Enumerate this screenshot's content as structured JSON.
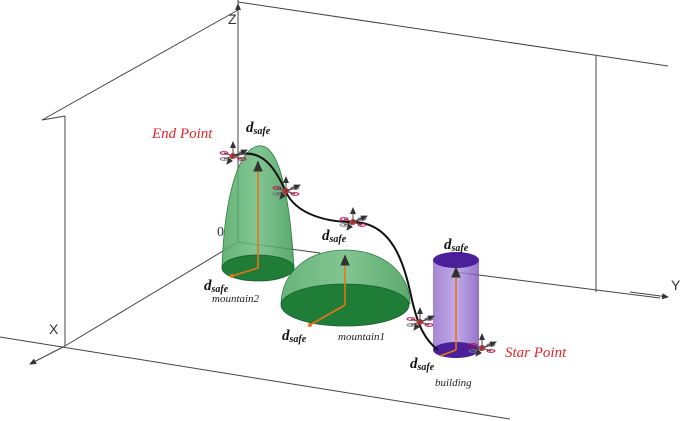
{
  "axes": {
    "x": "X",
    "y": "Y",
    "z": "Z",
    "origin": "0"
  },
  "labels": {
    "end_point": "End Point",
    "start_point": "Star Point",
    "mountain2": "mountain2",
    "mountain1": "mountain1",
    "building": "building",
    "dsafe_main": "d",
    "dsafe_sub": "safe"
  },
  "colors": {
    "mountain": "#3f9a55",
    "mountain_base": "#1e7a33",
    "building": "#8b5fc7",
    "building_top": "#4b1f9a",
    "path": "#111111",
    "label_red": "#e8242a",
    "safe_line": "#e8741a"
  },
  "icons": [
    "drone-icon"
  ]
}
